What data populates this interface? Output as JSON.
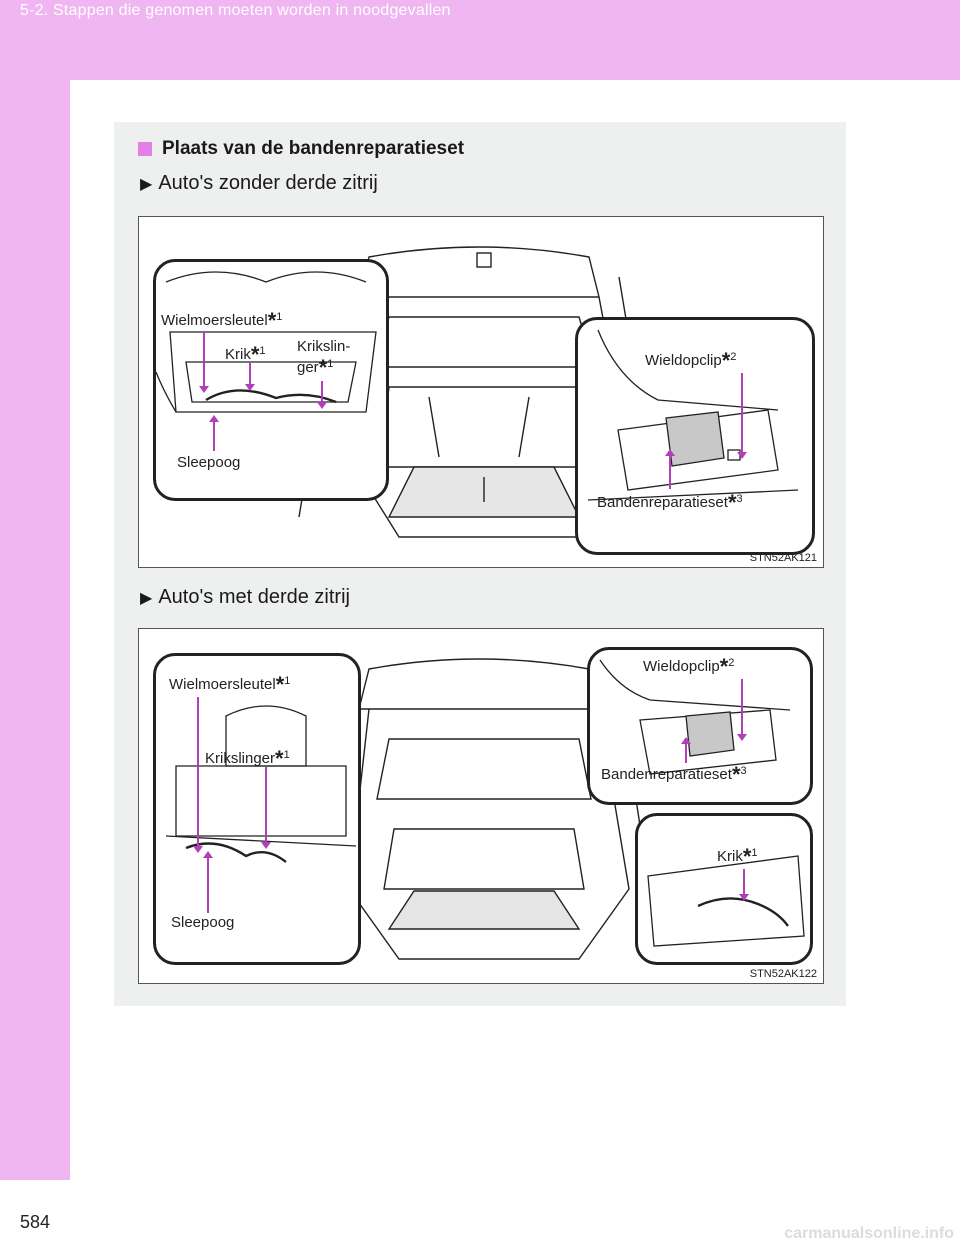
{
  "header": {
    "section": "5-2. Stappen die genomen moeten worden in noodgevallen"
  },
  "page_number": "584",
  "watermark": "carmanualsonline.info",
  "section_title": "Plaats van de bandenreparatieset",
  "figure1": {
    "heading": "Auto's zonder derde zitrij",
    "code": "STN52AK121",
    "labels": {
      "wheel_wrench": "Wielmoersleutel",
      "wheel_wrench_note": "1",
      "jack": "Krik",
      "jack_note": "1",
      "jack_handle_line1": "Krikslin-",
      "jack_handle_line2": "ger",
      "jack_handle_note": "1",
      "towing_eye": "Sleepoog",
      "wheel_cap_clip": "Wieldopclip",
      "wheel_cap_clip_note": "2",
      "repair_kit": "Bandenreparatieset",
      "repair_kit_note": "3"
    }
  },
  "figure2": {
    "heading": "Auto's met derde zitrij",
    "code": "STN52AK122",
    "labels": {
      "wheel_wrench": "Wielmoersleutel",
      "wheel_wrench_note": "1",
      "jack_handle": "Krikslinger",
      "jack_handle_note": "1",
      "towing_eye": "Sleepoog",
      "wheel_cap_clip": "Wieldopclip",
      "wheel_cap_clip_note": "2",
      "repair_kit": "Bandenreparatieset",
      "repair_kit_note": "3",
      "jack": "Krik",
      "jack_note": "1"
    }
  },
  "icons": {
    "bullet": "pink-square-icon",
    "subhead": "right-triangle-icon"
  },
  "colors": {
    "accent": "#efb6f2",
    "arrow": "#b23fb8",
    "bullet": "#e47ee8",
    "panel": "#eeefef"
  }
}
